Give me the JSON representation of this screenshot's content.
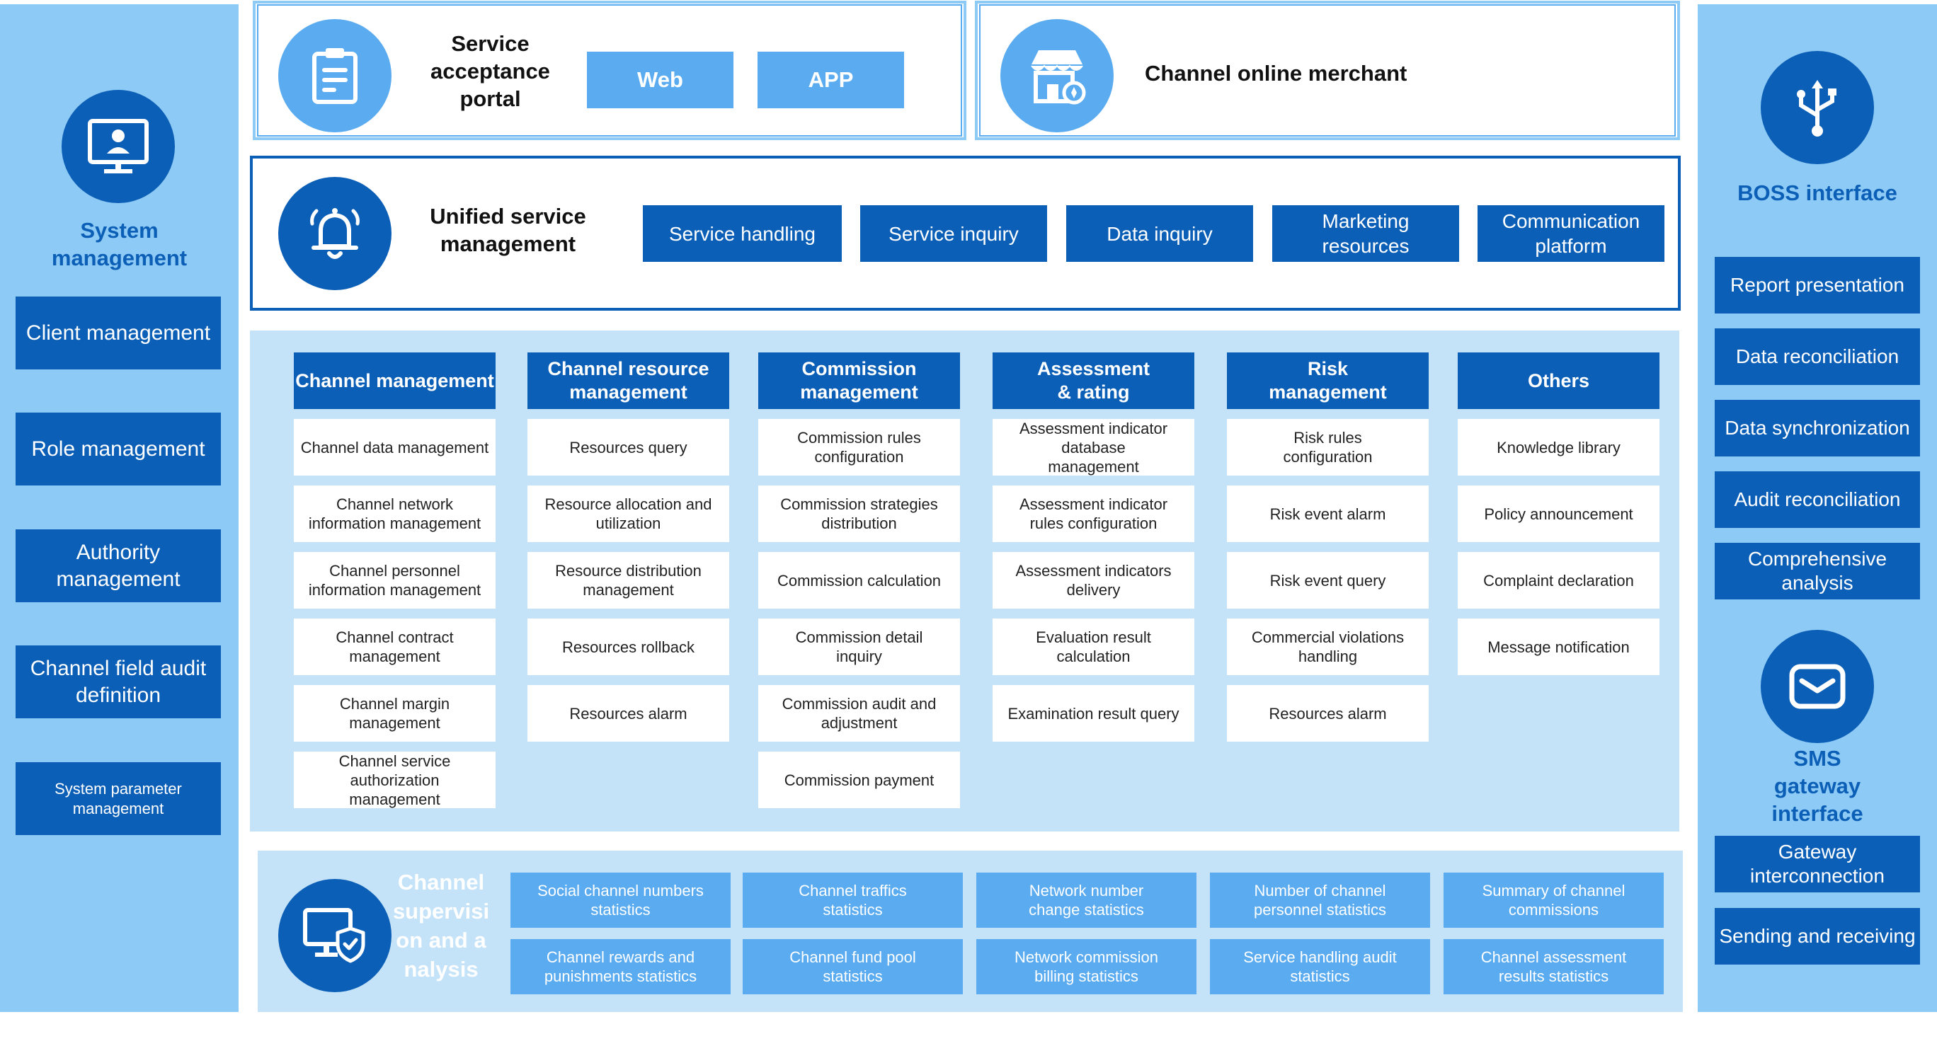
{
  "left": {
    "title": "System management",
    "items": [
      "Client management",
      "Role management",
      "Authority management",
      "Channel field audit definition",
      "System parameter management"
    ]
  },
  "right": {
    "boss_title": "BOSS interface",
    "boss_items": [
      "Report presentation",
      "Data reconciliation",
      "Data synchronization",
      "Audit reconciliation",
      "Comprehensive analysis"
    ],
    "sms_title": "SMS gateway interface",
    "sms_items": [
      "Gateway interconnection",
      "Sending and receiving"
    ]
  },
  "portal": {
    "title": "Service acceptance portal",
    "buttons": [
      "Web",
      "APP"
    ]
  },
  "merchant": {
    "title": "Channel online merchant"
  },
  "unified": {
    "title": "Unified service management",
    "buttons": [
      "Service handling",
      "Service inquiry",
      "Data inquiry",
      "Marketing resources",
      "Communication platform"
    ]
  },
  "modules": [
    {
      "header": "Channel management",
      "items": [
        "Channel data management",
        "Channel network information management",
        "Channel personnel information management",
        "Channel contract management",
        "Channel margin management",
        "Channel service authorization management"
      ]
    },
    {
      "header": "Channel resource management",
      "items": [
        "Resources query",
        "Resource allocation and utilization",
        "Resource distribution management",
        "Resources rollback",
        "Resources alarm"
      ]
    },
    {
      "header": "Commission management",
      "items": [
        "Commission rules configuration",
        "Commission strategies distribution",
        "Commission calculation",
        "Commission detail inquiry",
        "Commission audit and adjustment",
        "Commission payment"
      ]
    },
    {
      "header": "Assessment & rating",
      "items": [
        "Assessment indicator database management",
        "Assessment indicator rules configuration",
        "Assessment indicators delivery",
        "Evaluation result calculation",
        "Examination result query"
      ]
    },
    {
      "header": "Risk management",
      "items": [
        "Risk rules configuration",
        "Risk event alarm",
        "Risk event query",
        "Commercial violations handling",
        "Resources alarm"
      ]
    },
    {
      "header": "Others",
      "items": [
        "Knowledge library",
        "Policy announcement",
        "Complaint declaration",
        "Message notification"
      ]
    }
  ],
  "supervision": {
    "title": "Channel supervision and analysis",
    "row1": [
      "Social channel numbers statistics",
      "Channel traffics statistics",
      "Network number change statistics",
      "Number of channel personnel statistics",
      "Summary of channel commissions"
    ],
    "row2": [
      "Channel rewards and punishments statistics",
      "Channel fund pool statistics",
      "Network commission billing statistics",
      "Service handling audit statistics",
      "Channel assessment results statistics"
    ]
  },
  "icons": [
    "monitor-user-icon",
    "clipboard-icon",
    "storefront-icon",
    "bell-icon",
    "usb-icon",
    "envelope-icon",
    "monitor-shield-icon"
  ],
  "colors": {
    "dark_blue": "#0c5fb7",
    "light_blue": "#5aabef",
    "panel_blue": "#8dcaf5",
    "pale_blue": "#c4e3f9",
    "title_blue": "#0c5fb7"
  }
}
